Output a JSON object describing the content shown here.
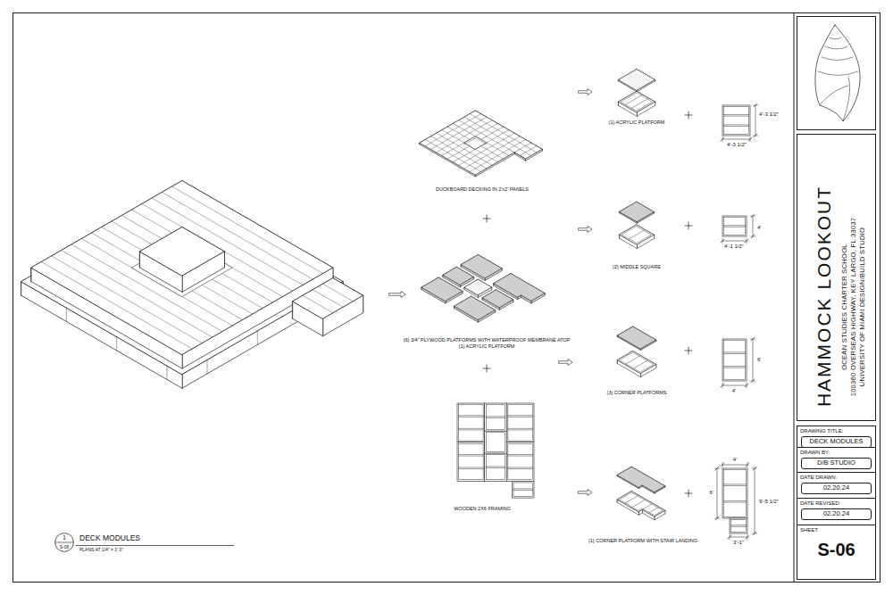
{
  "diagram": {
    "nodes": [
      {
        "text": [
          "HAMMOCK LOOKOUT",
          "OCEAN STUDIES CHARTER SCHOOL",
          "100360 OVERSEAS HIGHWAY, KEY LARGO, FL 33037",
          "UNIVERSITY OF MIAMI DESIGN/BUILD STUDIO"
        ]
      },
      {
        "text": [
          "DRAWING TITLE:",
          "DECK MODULES"
        ]
      },
      {
        "text": [
          "DRAWN BY:",
          "D/B STUDIO"
        ]
      },
      {
        "text": [
          "DATE DRAWN:",
          "02.20.24"
        ]
      },
      {
        "text": [
          "DATE REVISED:",
          "02.20.24"
        ]
      },
      {
        "text": [
          "SHEET:",
          "S-06"
        ]
      },
      {
        "text": [
          "1",
          "S-06"
        ]
      }
    ],
    "labels": [
      "DUCKBOARD DECKING IN 2'x2' PANELS",
      "(6) 3/4\" PLYWOOD PLATFORMS WITH WATERPROOF MEMBRANE ATOP",
      "(1) ACRYLIC PLATFORM",
      "WOODEN 2X6 FRAMING",
      "(1) ACRYLIC PLATFORM",
      "4'-3 1/2\"",
      "4'-3 1/2\"",
      "(2) MIDDLE SQUARE",
      "4'",
      "4'-1 1/2\"",
      "(3) CORNER PLATFORMS",
      "6'",
      "4'",
      "(1) CORNER PLATFORM WITH STAIR LANDING",
      "4'",
      "6'",
      "9'-5 1/2\"",
      "3'-1\"",
      "DECK MODULES",
      "PLANS AT 1/4\" = 1' 0\""
    ]
  }
}
